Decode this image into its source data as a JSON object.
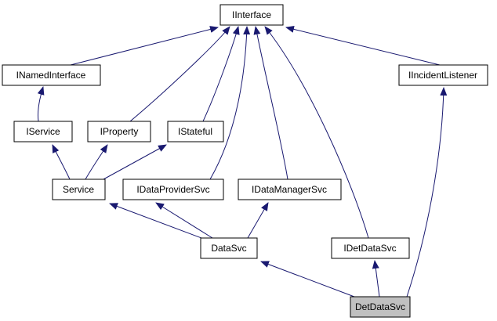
{
  "diagram": {
    "kind": "class-inheritance-graph",
    "colors": {
      "edge": "#191970",
      "node_border": "#000000",
      "node_fill": "#ffffff",
      "highlight_fill": "#c0c0c0",
      "background": "#ffffff"
    },
    "nodes": [
      {
        "id": "IInterface",
        "label": "IInterface",
        "highlighted": false
      },
      {
        "id": "INamedInterface",
        "label": "INamedInterface",
        "highlighted": false
      },
      {
        "id": "IIncidentListener",
        "label": "IIncidentListener",
        "highlighted": false
      },
      {
        "id": "IService",
        "label": "IService",
        "highlighted": false
      },
      {
        "id": "IProperty",
        "label": "IProperty",
        "highlighted": false
      },
      {
        "id": "IStateful",
        "label": "IStateful",
        "highlighted": false
      },
      {
        "id": "Service",
        "label": "Service",
        "highlighted": false
      },
      {
        "id": "IDataProviderSvc",
        "label": "IDataProviderSvc",
        "highlighted": false
      },
      {
        "id": "IDataManagerSvc",
        "label": "IDataManagerSvc",
        "highlighted": false
      },
      {
        "id": "DataSvc",
        "label": "DataSvc",
        "highlighted": false
      },
      {
        "id": "IDetDataSvc",
        "label": "IDetDataSvc",
        "highlighted": false
      },
      {
        "id": "DetDataSvc",
        "label": "DetDataSvc",
        "highlighted": true
      }
    ],
    "edges": [
      {
        "from": "INamedInterface",
        "to": "IInterface"
      },
      {
        "from": "IProperty",
        "to": "IInterface"
      },
      {
        "from": "IStateful",
        "to": "IInterface"
      },
      {
        "from": "IDataProviderSvc",
        "to": "IInterface"
      },
      {
        "from": "IDataManagerSvc",
        "to": "IInterface"
      },
      {
        "from": "IDetDataSvc",
        "to": "IInterface"
      },
      {
        "from": "IIncidentListener",
        "to": "IInterface"
      },
      {
        "from": "IService",
        "to": "INamedInterface"
      },
      {
        "from": "Service",
        "to": "IService"
      },
      {
        "from": "Service",
        "to": "IProperty"
      },
      {
        "from": "Service",
        "to": "IStateful"
      },
      {
        "from": "DataSvc",
        "to": "Service"
      },
      {
        "from": "DataSvc",
        "to": "IDataProviderSvc"
      },
      {
        "from": "DataSvc",
        "to": "IDataManagerSvc"
      },
      {
        "from": "DetDataSvc",
        "to": "DataSvc"
      },
      {
        "from": "DetDataSvc",
        "to": "IDetDataSvc"
      },
      {
        "from": "DetDataSvc",
        "to": "IIncidentListener"
      }
    ]
  }
}
